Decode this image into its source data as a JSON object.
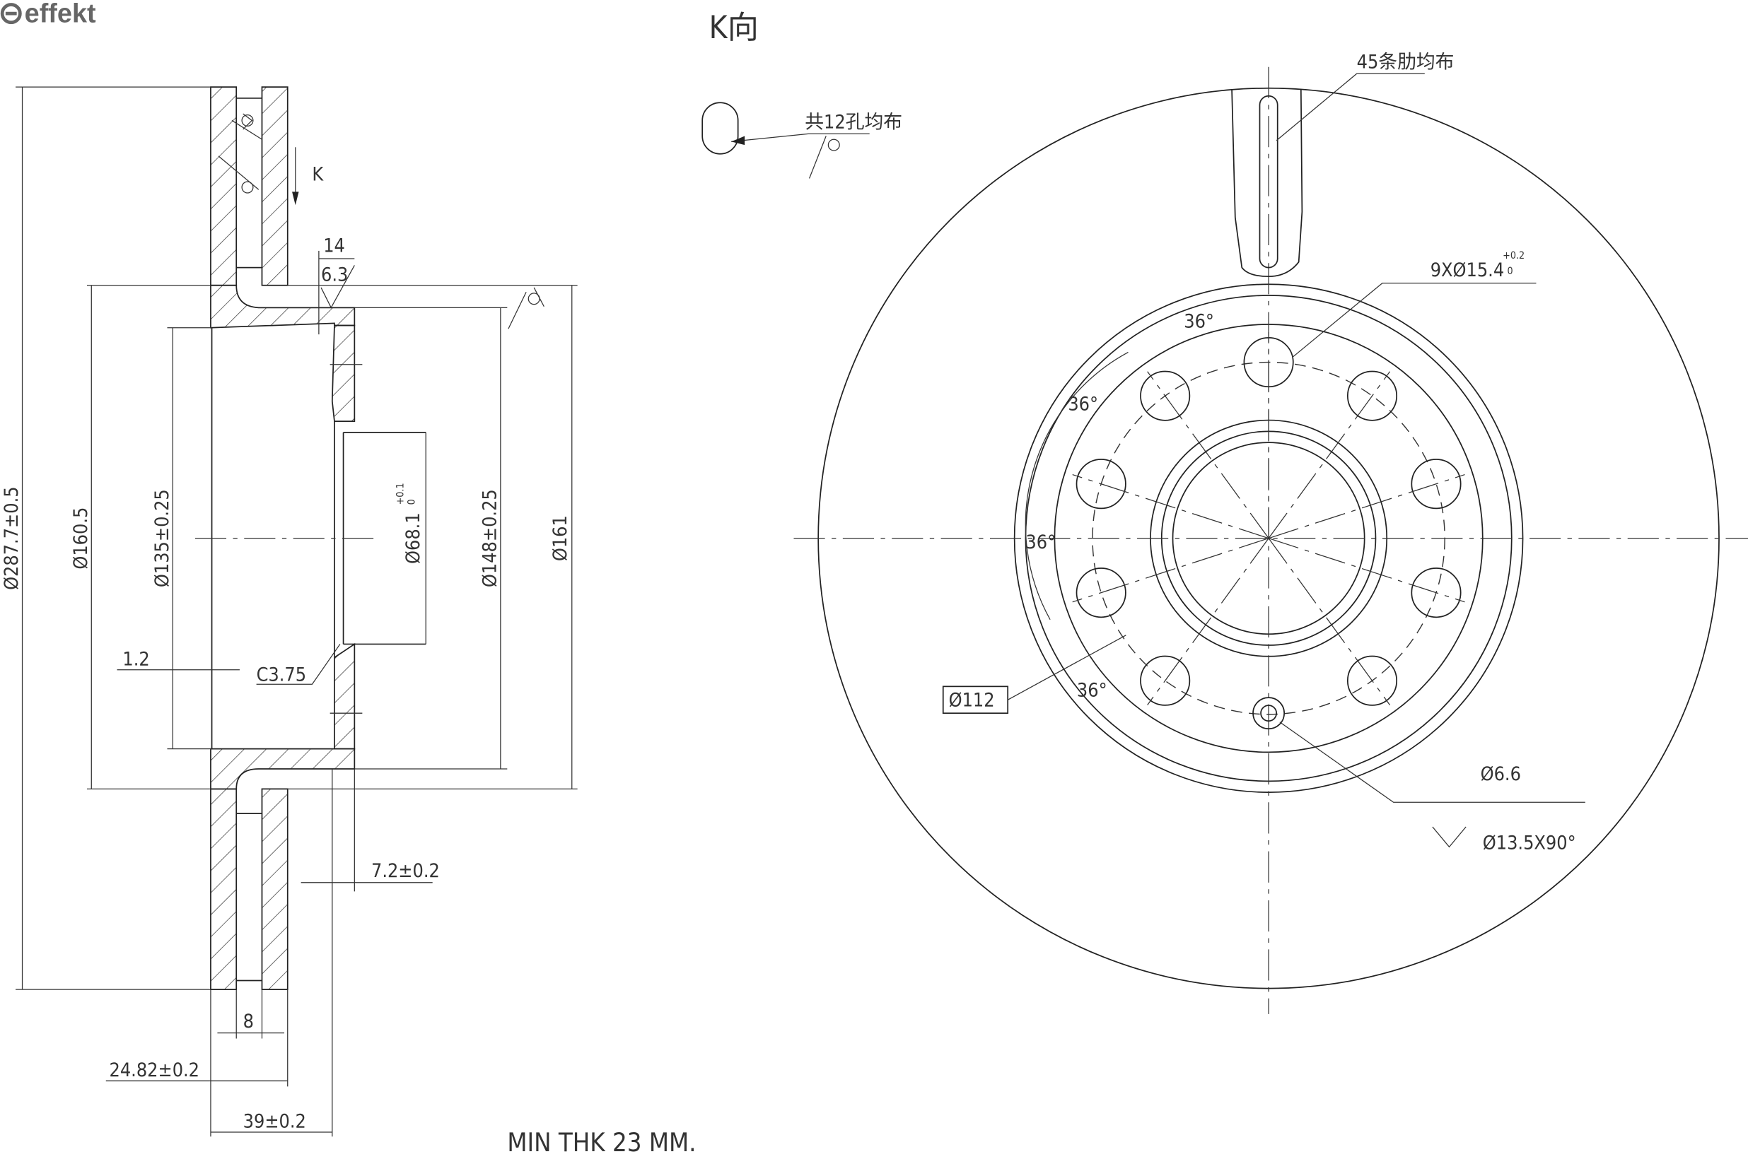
{
  "logo": {
    "text": "effekt"
  },
  "view_title": "K向",
  "section_view": {
    "k_arrow_label": "K",
    "dims": {
      "outer_diameter": "Ø287.7±0.5",
      "d160": "Ø160.5",
      "d135": "Ø135±0.25",
      "d68_base": "Ø68.1",
      "d68_tol_upper": "+0.1",
      "d68_tol_lower": "0",
      "d148": "Ø148±0.25",
      "d161": "Ø161",
      "w14": "14",
      "roughness": "6.3",
      "gap12": "1.2",
      "chamfer": "C3.75",
      "offset": "7.2±0.2",
      "vent": "8",
      "thickness": "24.82±0.2",
      "height": "39±0.2"
    },
    "note": "MIN THK 23 MM."
  },
  "face_view": {
    "holes_note": "共12孔均布",
    "ribs_note": "45条肋均布",
    "bolt_holes_base": "9XØ15.4",
    "bolt_holes_tol_upper": "+0.2",
    "bolt_holes_tol_lower": "0",
    "angles": [
      "36°",
      "36°",
      "36°",
      "36°"
    ],
    "pcd": "Ø112",
    "small_hole": "Ø6.6",
    "countersink": "Ø13.5X90°"
  }
}
